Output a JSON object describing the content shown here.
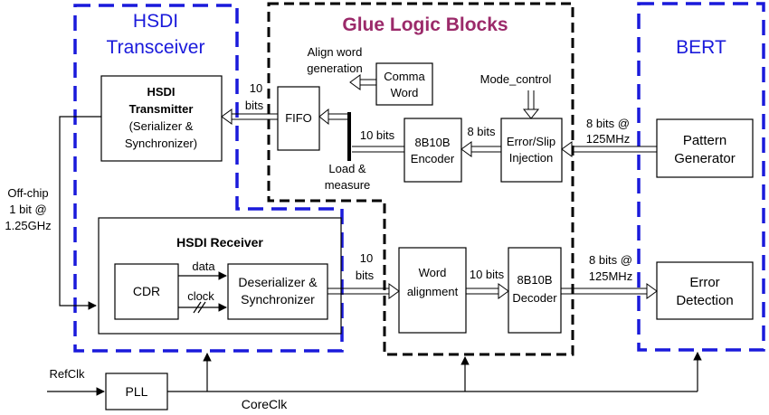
{
  "regions": {
    "hsdi_title_1": "HSDI",
    "hsdi_title_2": "Transceiver",
    "glue_title": "Glue Logic Blocks",
    "bert_title": "BERT"
  },
  "blocks": {
    "transmitter": {
      "l1": "HSDI",
      "l2": "Transmitter",
      "l3": "(Serializer &",
      "l4": "Synchronizer)"
    },
    "receiver_title": "HSDI Receiver",
    "cdr": "CDR",
    "deserializer": {
      "l1": "Deserializer &",
      "l2": "Synchronizer"
    },
    "fifo": "FIFO",
    "comma_word": {
      "l1": "Comma",
      "l2": "Word"
    },
    "encoder": {
      "l1": "8B10B",
      "l2": "Encoder"
    },
    "error_slip": {
      "l1": "Error/Slip",
      "l2": "Injection"
    },
    "pattern_gen": {
      "l1": "Pattern",
      "l2": "Generator"
    },
    "word_align": {
      "l1": "Word",
      "l2": "alignment"
    },
    "decoder": {
      "l1": "8B10B",
      "l2": "Decoder"
    },
    "error_detect": {
      "l1": "Error",
      "l2": "Detection"
    },
    "pll": "PLL"
  },
  "labels": {
    "align_word_1": "Align word",
    "align_word_2": "generation",
    "mode_control": "Mode_control",
    "tx_10bits_1": "10",
    "tx_10bits_2": "bits",
    "enc_10bits": "10 bits",
    "enc_8bits": "8 bits",
    "pg_8bits_1": "8 bits @",
    "pg_8bits_2": "125MHz",
    "load_1": "Load &",
    "load_2": "measure",
    "offchip_1": "Off-chip",
    "offchip_2": "1 bit @",
    "offchip_3": "1.25GHz",
    "rx_10bits_1": "10",
    "rx_10bits_2": "bits",
    "wa_10bits": "10 bits",
    "dec_8bits_1": "8 bits @",
    "dec_8bits_2": "125MHz",
    "data": "data",
    "clock": "clock",
    "refclk": "RefClk",
    "coreclk": "CoreClk"
  }
}
